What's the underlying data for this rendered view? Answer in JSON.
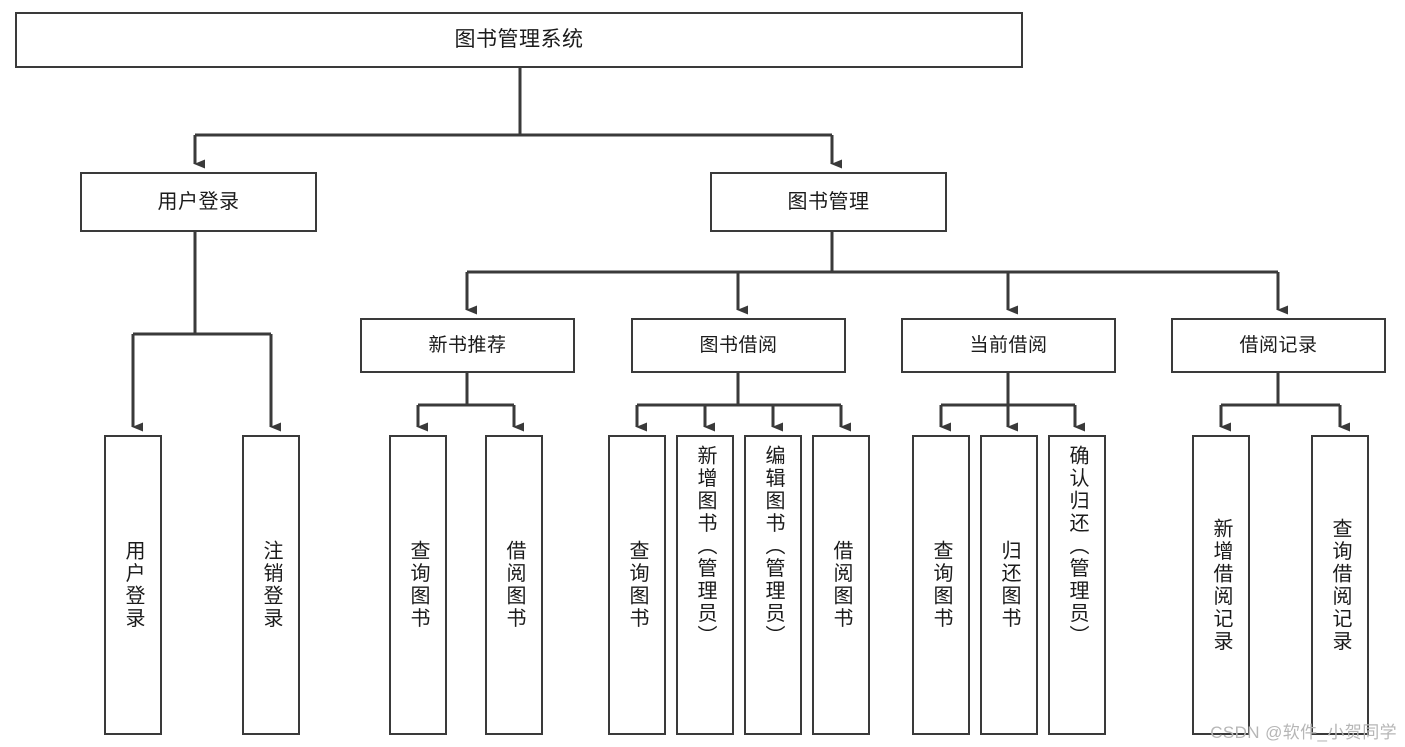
{
  "diagram": {
    "title": "图书管理系统",
    "watermark": "CSDN @软件_小贺同学",
    "colors": {
      "border": "#3a3a3a",
      "background": "#ffffff",
      "text": "#1b1b1b",
      "connector": "#3a3a3a",
      "watermark": "#b6b6b6"
    }
  },
  "nodes": {
    "root": {
      "label": "图书管理系统"
    },
    "level1": [
      {
        "label": "用户登录"
      },
      {
        "label": "图书管理"
      }
    ],
    "level2": [
      {
        "label": "新书推荐"
      },
      {
        "label": "图书借阅"
      },
      {
        "label": "当前借阅"
      },
      {
        "label": "借阅记录"
      }
    ],
    "leaves": {
      "user_login": [
        {
          "label": "用户登录"
        },
        {
          "label": "注销登录"
        }
      ],
      "new_book_recommend": [
        {
          "label": "查询图书"
        },
        {
          "label": "借阅图书"
        }
      ],
      "book_borrow": [
        {
          "label": "查询图书"
        },
        {
          "label": "新增图书（管理员）"
        },
        {
          "label": "编辑图书（管理员）"
        },
        {
          "label": "借阅图书"
        }
      ],
      "current_borrow": [
        {
          "label": "查询图书"
        },
        {
          "label": "归还图书"
        },
        {
          "label": "确认归还（管理员）"
        }
      ],
      "borrow_record": [
        {
          "label": "新增借阅记录"
        },
        {
          "label": "查询借阅记录"
        }
      ]
    }
  }
}
